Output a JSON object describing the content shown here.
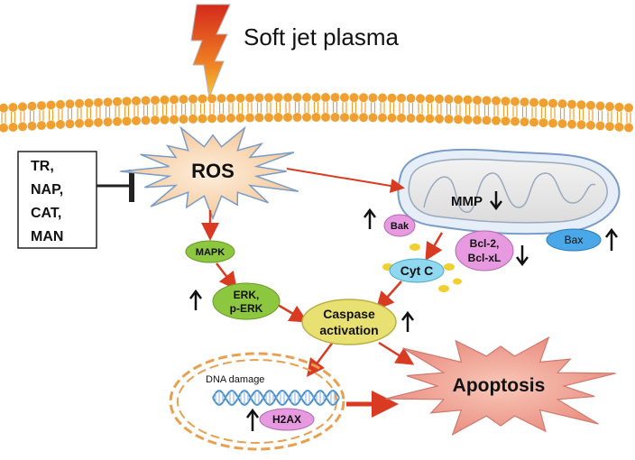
{
  "title": "Soft jet plasma",
  "inhibitors": [
    "TR,",
    "NAP,",
    "CAT,",
    "MAN"
  ],
  "nodes": {
    "ros": "ROS",
    "mapk": "MAPK",
    "erk_line1": "ERK,",
    "erk_line2": "p-ERK",
    "mmp": "MMP",
    "bak": "Bak",
    "bcl_line1": "Bcl-2,",
    "bcl_line2": "Bcl-xL",
    "bax": "Bax",
    "cytc": "Cyt C",
    "caspase_line1": "Caspase",
    "caspase_line2": "activation",
    "dna_damage": "DNA damage",
    "h2ax": "H2AX",
    "apoptosis": "Apoptosis"
  },
  "indicators": {
    "mmp": "down",
    "bak": "up",
    "bcl": "down",
    "bax": "up",
    "erk": "up",
    "caspase": "up",
    "h2ax": "up"
  },
  "colors": {
    "membrane": "#f0a030",
    "arrow": "#d93a22",
    "ros_fill": "#f9dcb8",
    "mapk_fill": "#8dc63f",
    "erk_fill": "#8dc63f",
    "pink_fill": "#e89ae0",
    "bax_fill": "#4aa8e8",
    "cytc_fill": "#8fd8f0",
    "caspase_fill": "#e8e070",
    "apoptosis_fill": "#f0a498",
    "lightning_top": "#d42a1c",
    "lightning_bottom": "#f5c030"
  }
}
